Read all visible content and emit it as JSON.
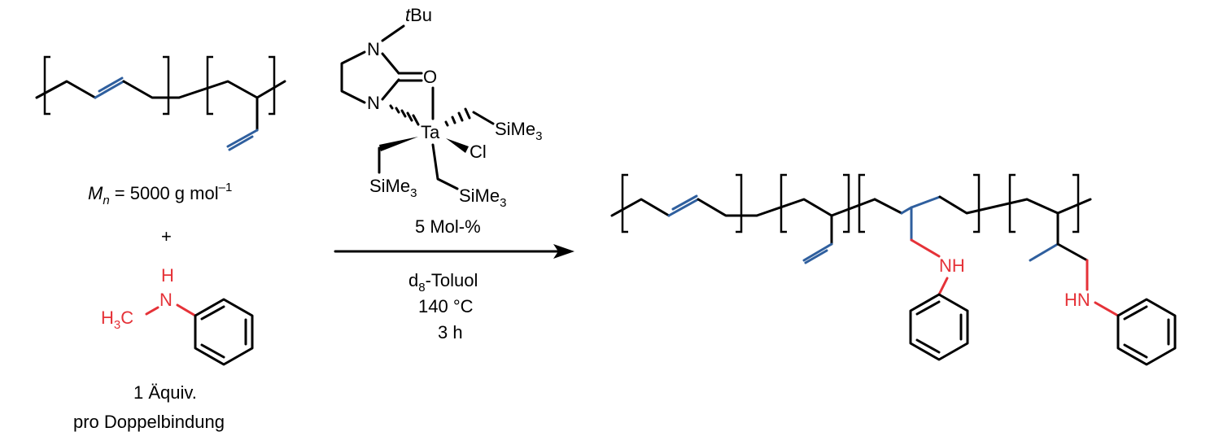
{
  "reactant_polymer": {
    "mn_symbol": "M",
    "mn_sub": "n",
    "mn_value": " = 5000 g mol",
    "mn_exp": "–1"
  },
  "plus": "+",
  "amine": {
    "nh_label": "H",
    "n_label": "N",
    "methyl_h": "H",
    "methyl_sub": "3",
    "methyl_c": "C"
  },
  "equivalents": {
    "line1": "1 Äquiv.",
    "line2": "pro Doppelbindung"
  },
  "catalyst": {
    "tbu_t": "t",
    "tbu_bu": "Bu",
    "n_top": "N",
    "n_bottom": "N",
    "oxygen": "O",
    "metal": "Ta",
    "chloride": "Cl",
    "sime3_right": "SiMe",
    "sime3_left": "SiMe",
    "sime3_bottom": "SiMe",
    "sub3": "3",
    "loading": "5 Mol-%"
  },
  "conditions": {
    "solvent_d": "d",
    "solvent_sub": "8",
    "solvent_rest": "-Toluol",
    "temperature": "140 °C",
    "time": "3 h"
  },
  "product": {
    "nh_label": "NH",
    "hn_label": "HN"
  },
  "colors": {
    "blue": "#2f5f9e",
    "red": "#e53238",
    "black": "#000000"
  }
}
